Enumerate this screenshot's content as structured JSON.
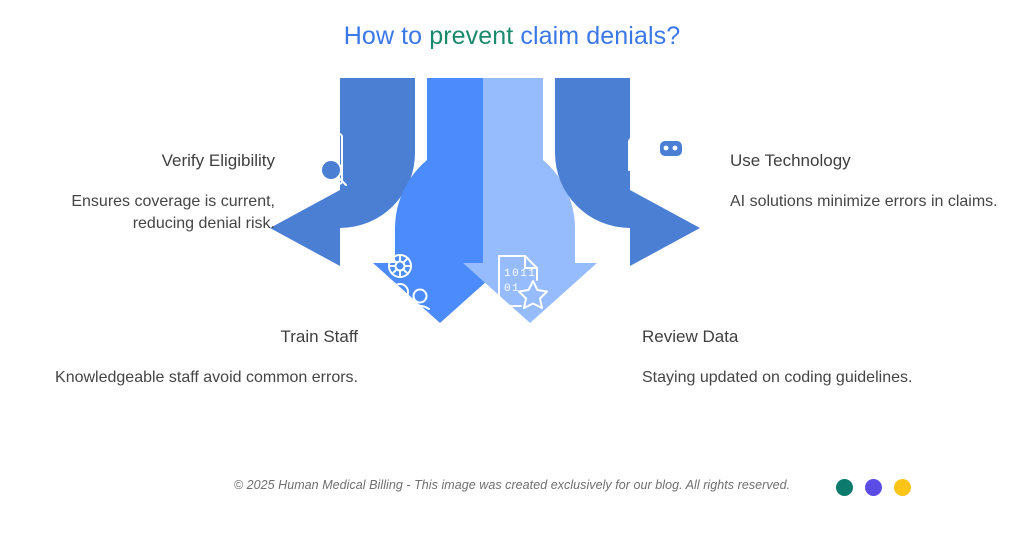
{
  "title": {
    "part1": "How to ",
    "part2": "prevent",
    "part3": " claim denials?"
  },
  "colors": {
    "title_blue": "#3b78e7",
    "title_green": "#1a8a6d",
    "arrow_dark_blue": "#4a7fd4",
    "arrow_mid_blue": "#4c8bfb",
    "arrow_light_blue": "#96bcfd",
    "text_dark": "#3f3f3f",
    "footer_gray": "#6f6f6f",
    "dot_teal": "#0d7a6e",
    "dot_purple": "#5b4ce8",
    "dot_yellow": "#fcc417"
  },
  "blocks": {
    "verify": {
      "heading": "Verify Eligibility",
      "body": "Ensures coverage is current, reducing denial risk.",
      "icon": "id-card-search-icon"
    },
    "technology": {
      "heading": "Use Technology",
      "body": "AI solutions minimize errors in claims.",
      "icon": "monitor-robot-icon"
    },
    "train": {
      "heading": "Train Staff",
      "body": "Knowledgeable staff avoid common errors.",
      "icon": "team-training-icon"
    },
    "review": {
      "heading": "Review Data",
      "body": "Staying updated on coding guidelines.",
      "icon": "binary-document-star-icon"
    }
  },
  "footer": {
    "credit": "© 2025 Human Medical Billing - This image was created exclusively for our blog. All rights reserved.",
    "dots": [
      {
        "name": "dot-teal",
        "color": "#0d7a6e"
      },
      {
        "name": "dot-purple",
        "color": "#5b4ce8"
      },
      {
        "name": "dot-yellow",
        "color": "#fcc417"
      }
    ]
  }
}
